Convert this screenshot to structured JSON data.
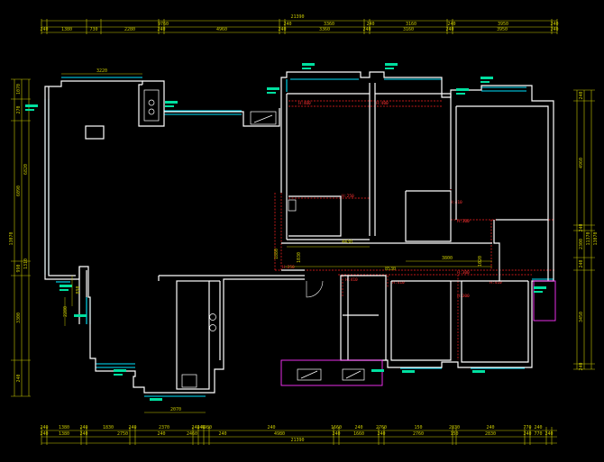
{
  "colors": {
    "background": "#000000",
    "wall": "#ffffff",
    "window": "#00ffff",
    "dimension": "#ffff00",
    "beam": "#ff2222",
    "fixture": "#ff33ff",
    "tag": "#00ff88"
  },
  "top_dims": {
    "total": "21390",
    "row1": [
      "9760",
      "240",
      "3360",
      "240",
      "3160",
      "240",
      "3950",
      "240"
    ],
    "row2": [
      "240",
      "1380",
      "730",
      "2280",
      "240",
      "4960",
      "240",
      "3360",
      "240",
      "3160",
      "240",
      "3950",
      "240"
    ]
  },
  "bottom_dims": {
    "total": "21390",
    "row1": [
      "240",
      "1380",
      "240",
      "1830",
      "240",
      "2370",
      "240",
      "240",
      "4980",
      "240",
      "1660",
      "240",
      "2760",
      "150",
      "2830",
      "240",
      "770",
      "240"
    ],
    "row2": [
      "240",
      "1380",
      "240",
      "2750",
      "240",
      "2460",
      "240",
      "4980",
      "240",
      "1660",
      "240",
      "2760",
      "150",
      "2830",
      "240",
      "770",
      "240"
    ]
  },
  "left_dims": {
    "total": "13070",
    "col1": [
      "1070",
      "270",
      "6090",
      "990",
      "3300",
      "240"
    ],
    "col2": [
      "6820",
      "1310"
    ]
  },
  "right_dims": {
    "total": "13070",
    "col1": [
      "240",
      "4960",
      "240",
      "2300",
      "240",
      "3450",
      "240"
    ],
    "col2": [
      "11370"
    ]
  },
  "interior_dims": [
    "3220",
    "4430",
    "1030",
    "8530",
    "3800",
    "2070",
    "1020",
    "890",
    "2280",
    "1880"
  ],
  "beam_labels": [
    "H:400",
    "H:400",
    "H:250",
    "H:410",
    "H:300",
    "H:250",
    "H:300",
    "H:410",
    "H:410",
    "H:410",
    "H:300"
  ]
}
